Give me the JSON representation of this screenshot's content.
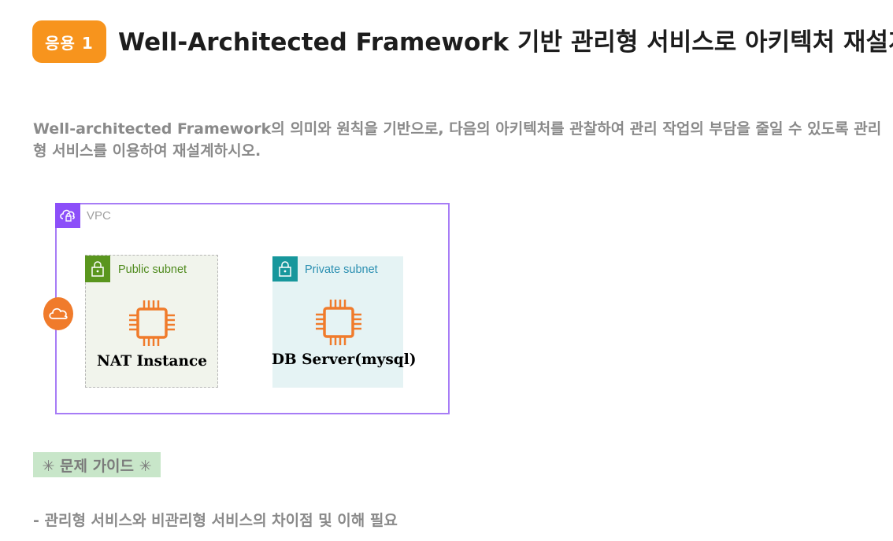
{
  "header": {
    "badge": "응용 1",
    "title": "Well-Architected Framework 기반 관리형 서비스로 아키텍처 재설계"
  },
  "description": "Well-architected Framework의 의미와 원칙을 기반으로, 다음의 아키텍처를 관찰하여 관리 작업의 부담을 줄일 수 있도록 관리형 서비스를 이용하여 재설계하시오.",
  "diagram": {
    "vpc_label": "VPC",
    "public_subnet_label": "Public subnet",
    "private_subnet_label": "Private subnet",
    "nat_label": "NAT Instance",
    "db_label": "DB Server(mysql)",
    "icons": {
      "vpc": "cloud-lock-icon",
      "subnet": "lock-icon",
      "instance": "chip-icon",
      "gateway": "cloud-icon"
    },
    "colors": {
      "vpc_border": "#a77cf6",
      "vpc_icon": "#8c4ff9",
      "public_icon": "#5a961e",
      "public_bg": "#f1f4ec",
      "private_icon": "#17979c",
      "private_bg": "#e5f3f4",
      "chip": "#f07b2b",
      "gateway": "#f07b2b"
    }
  },
  "guide": {
    "label": "✳ 문제 가이드 ✳",
    "items": [
      "- 관리형 서비스와 비관리형 서비스의 차이점 및 이해 필요"
    ]
  }
}
